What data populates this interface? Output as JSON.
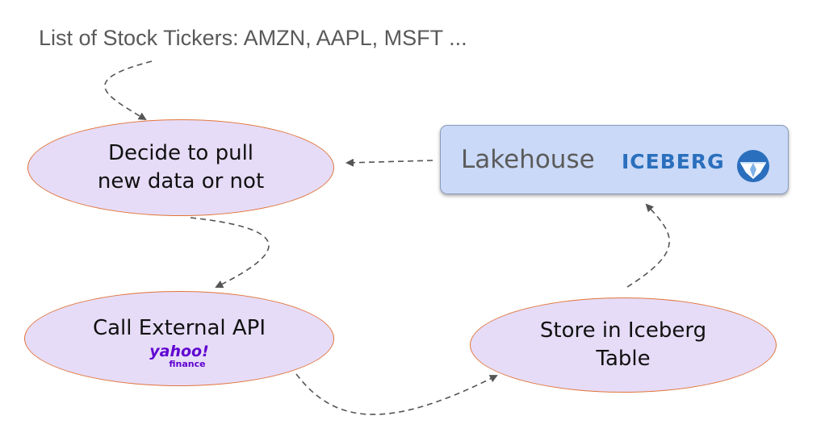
{
  "header": {
    "text": "List of Stock Tickers: AMZN, AAPL, MSFT ..."
  },
  "nodes": {
    "decide": {
      "line1": "Decide to pull",
      "line2": "new data or not"
    },
    "call": {
      "label": "Call External API"
    },
    "store": {
      "line1": "Store in Iceberg",
      "line2": "Table"
    },
    "lakehouse": {
      "label": "Lakehouse",
      "brand": "ICEBERG"
    }
  },
  "logos": {
    "yahoo": {
      "word": "yahoo!",
      "sub": "finance"
    }
  },
  "icons": {
    "iceberg_logo": "iceberg-logo-icon",
    "yahoo_logo": "yahoo-finance-logo"
  },
  "colors": {
    "ellipse_fill": "#e6dcf7",
    "ellipse_border": "#e2743a",
    "lakehouse_fill": "#cad9f7",
    "iceberg_blue": "#2a6fbd",
    "yahoo_purple": "#6001d2",
    "arrow": "#555555"
  }
}
